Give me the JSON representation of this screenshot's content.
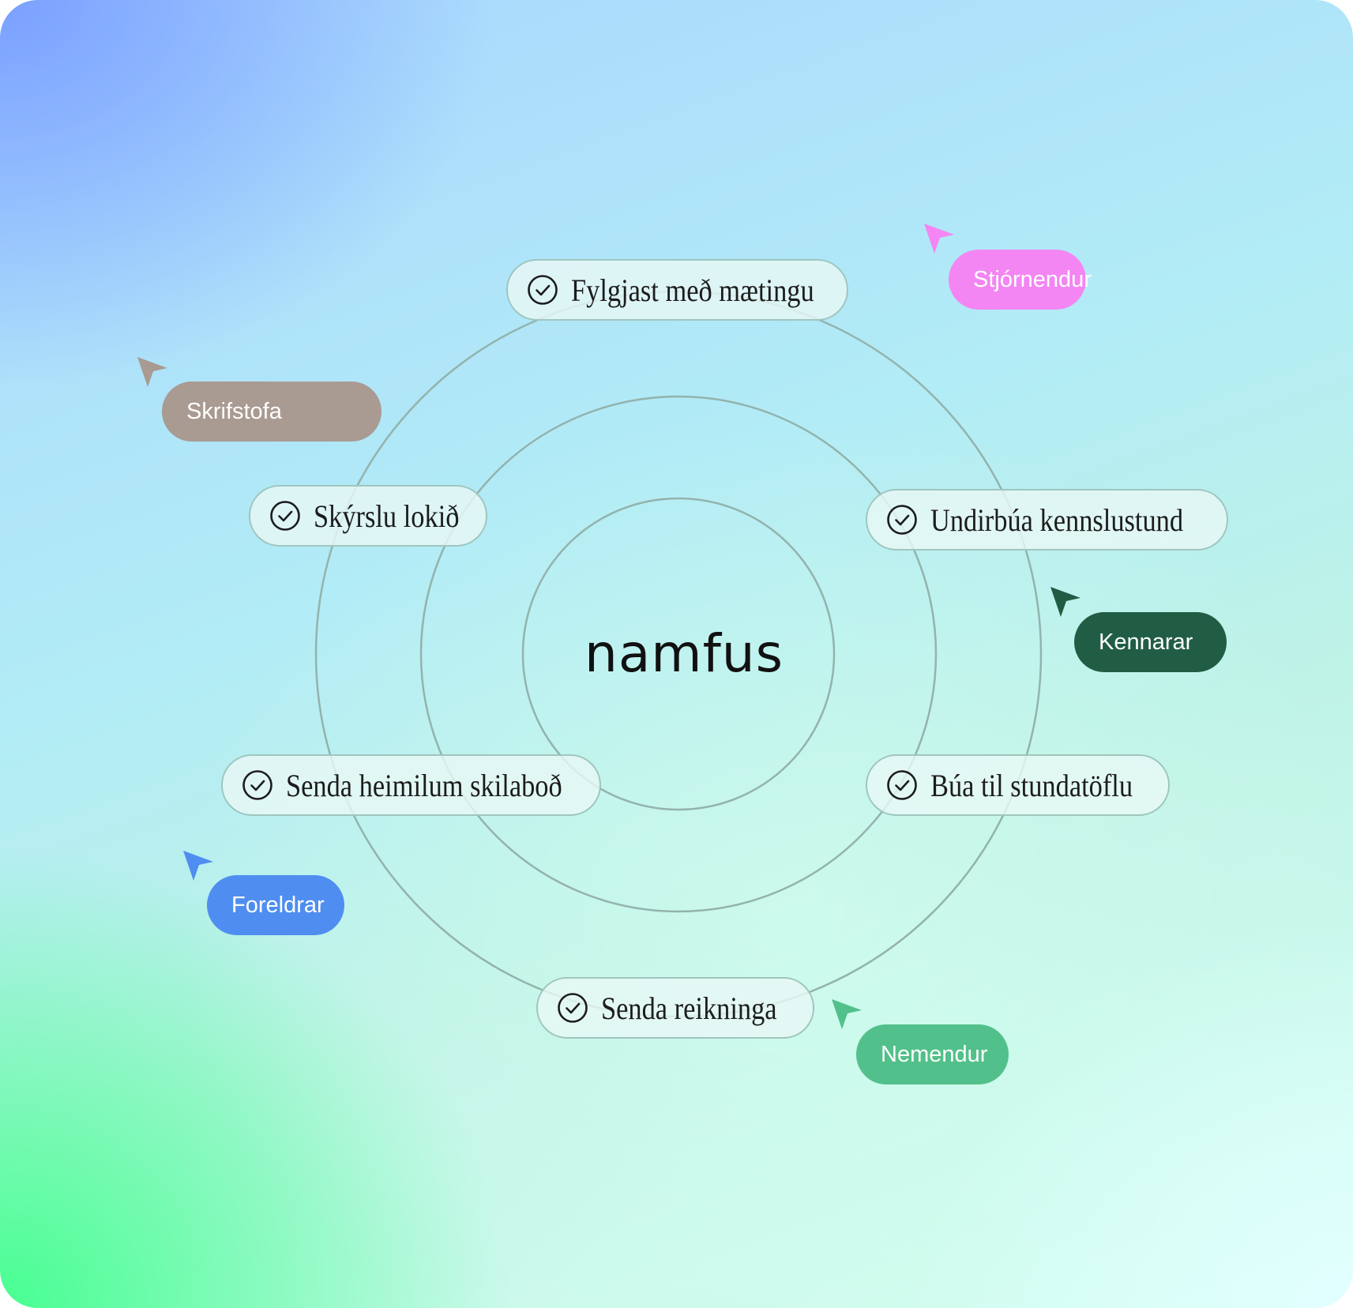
{
  "logo": {
    "text": "namfus"
  },
  "tasks": [
    {
      "label": "Fylgjast með mætingu"
    },
    {
      "label": "Skýrslu lokið"
    },
    {
      "label": "Undirbúa kennslustund"
    },
    {
      "label": "Senda heimilum skilaboð"
    },
    {
      "label": "Búa til stundatöflu"
    },
    {
      "label": "Senda reikninga"
    }
  ],
  "roles": [
    {
      "label": "Stjórnendur",
      "color": "#f386f2"
    },
    {
      "label": "Skrifstofa",
      "color": "#a99a92"
    },
    {
      "label": "Kennarar",
      "color": "#215d45"
    },
    {
      "label": "Foreldrar",
      "color": "#4f8ef0"
    },
    {
      "label": "Nemendur",
      "color": "#52c08a"
    }
  ],
  "icons": {
    "task": "check-circle-icon",
    "role": "cursor-arrow-icon"
  }
}
